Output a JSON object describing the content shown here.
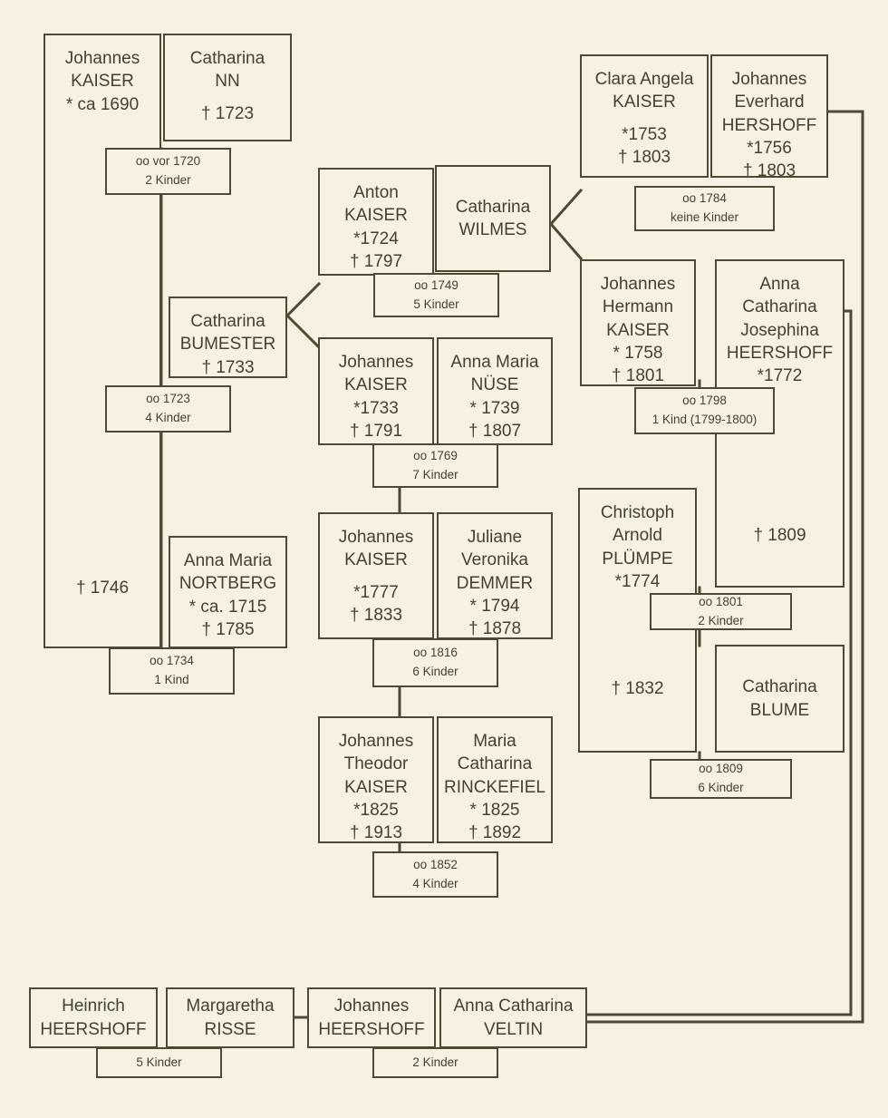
{
  "meta": {
    "title": "Kaiser family genealogy chart",
    "bg_color": "#f6f1e2",
    "ink_color": "#4f4835"
  },
  "persons": {
    "johannes_kaiser_1690": {
      "given": "Johannes",
      "surname": "KAISER",
      "birth": "* ca 1690",
      "death": "† 1746"
    },
    "catharina_nn": {
      "given": "Catharina",
      "surname": "NN",
      "death": "† 1723"
    },
    "catharina_bumester": {
      "given": "Catharina",
      "surname": "BUMESTER",
      "death": "† 1733"
    },
    "anna_maria_nortberg": {
      "given": "Anna Maria",
      "surname": "NORTBERG",
      "birth": "* ca. 1715",
      "death": "† 1785"
    },
    "anton_kaiser": {
      "given": "Anton",
      "surname": "KAISER",
      "birth": "*1724",
      "death": "† 1797"
    },
    "catharina_wilmes": {
      "given": "Catharina",
      "surname": "WILMES"
    },
    "johannes_kaiser_1733": {
      "given": "Johannes",
      "surname": "KAISER",
      "birth": "*1733",
      "death": "† 1791"
    },
    "anna_maria_nuese": {
      "given": "Anna Maria",
      "surname": "NÜSE",
      "birth": "* 1739",
      "death": "† 1807"
    },
    "johannes_kaiser_1777": {
      "given": "Johannes",
      "surname": "KAISER",
      "birth": "*1777",
      "death": "† 1833"
    },
    "juliane_demmer": {
      "given1": "Juliane",
      "given2": "Veronika",
      "surname": "DEMMER",
      "birth": "* 1794",
      "death": "† 1878"
    },
    "johannes_theodor_kaiser": {
      "given1": "Johannes",
      "given2": "Theodor",
      "surname": "KAISER",
      "birth": "*1825",
      "death": "† 1913"
    },
    "maria_catharina_rinckefiel": {
      "given1": "Maria",
      "given2": "Catharina",
      "surname": "RINCKEFIEL",
      "birth": "* 1825",
      "death": "† 1892"
    },
    "clara_angela_kaiser": {
      "given": "Clara Angela",
      "surname": "KAISER",
      "birth": "*1753",
      "death": "† 1803"
    },
    "johannes_everhard_hershoff": {
      "given1": "Johannes",
      "given2": "Everhard",
      "surname": "HERSHOFF",
      "birth": "*1756",
      "death": "† 1803"
    },
    "johannes_hermann_kaiser": {
      "given1": "Johannes",
      "given2": "Hermann",
      "surname": "KAISER",
      "birth": "* 1758",
      "death": "† 1801"
    },
    "anna_catharina_josephina_heershoff": {
      "given1": "Anna",
      "given2": "Catharina",
      "given3": "Josephina",
      "surname": "HEERSHOFF",
      "birth": "*1772",
      "death": "† 1809"
    },
    "christoph_arnold_pluempe": {
      "given1": "Christoph",
      "given2": "Arnold",
      "surname": "PLÜMPE",
      "birth": "*1774",
      "death": "† 1832"
    },
    "catharina_blume": {
      "given": "Catharina",
      "surname": "BLUME"
    },
    "heinrich_heershoff": {
      "given": "Heinrich",
      "surname": "HEERSHOFF"
    },
    "margaretha_risse": {
      "given": "Margaretha",
      "surname": "RISSE"
    },
    "johannes_heershoff": {
      "given": "Johannes",
      "surname": "HEERSHOFF"
    },
    "anna_catharina_veltin": {
      "given": "Anna Catharina",
      "surname": "VELTIN"
    }
  },
  "marriages": {
    "m_vor_1720": {
      "date": "oo vor 1720",
      "children": "2 Kinder"
    },
    "m_1723": {
      "date": "oo 1723",
      "children": "4 Kinder"
    },
    "m_1734": {
      "date": "oo 1734",
      "children": "1 Kind"
    },
    "m_1749": {
      "date": "oo 1749",
      "children": "5 Kinder"
    },
    "m_1769": {
      "date": "oo 1769",
      "children": "7 Kinder"
    },
    "m_1816": {
      "date": "oo 1816",
      "children": "6 Kinder"
    },
    "m_1852": {
      "date": "oo 1852",
      "children": "4 Kinder"
    },
    "m_1784": {
      "date": "oo 1784",
      "children": "keine Kinder"
    },
    "m_1798": {
      "date": "oo 1798",
      "children": "1 Kind (1799-1800)"
    },
    "m_1801": {
      "date": "oo 1801",
      "children": "2 Kinder"
    },
    "m_1809": {
      "date": "oo 1809",
      "children": "6 Kinder"
    },
    "m_heershoff_risse": {
      "children": "5 Kinder"
    },
    "m_heershoff_veltin": {
      "children": "2 Kinder"
    }
  }
}
